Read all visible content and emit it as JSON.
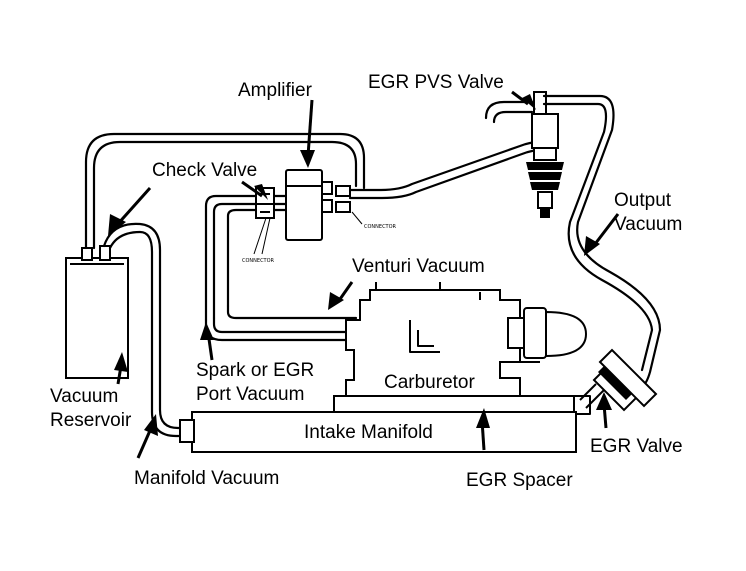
{
  "labels": {
    "amplifier": "Amplifier",
    "egr_pvs_valve": "EGR PVS Valve",
    "check_valve": "Check Valve",
    "output_vacuum_1": "Output",
    "output_vacuum_2": "Vacuum",
    "venturi_vacuum": "Venturi Vacuum",
    "spark_egr_1": "Spark or EGR",
    "spark_egr_2": "Port Vacuum",
    "carburetor": "Carburetor",
    "vacuum_reservoir_1": "Vacuum",
    "vacuum_reservoir_2": "Reservoir",
    "intake_manifold": "Intake Manifold",
    "egr_valve": "EGR Valve",
    "manifold_vacuum": "Manifold Vacuum",
    "egr_spacer": "EGR Spacer"
  }
}
